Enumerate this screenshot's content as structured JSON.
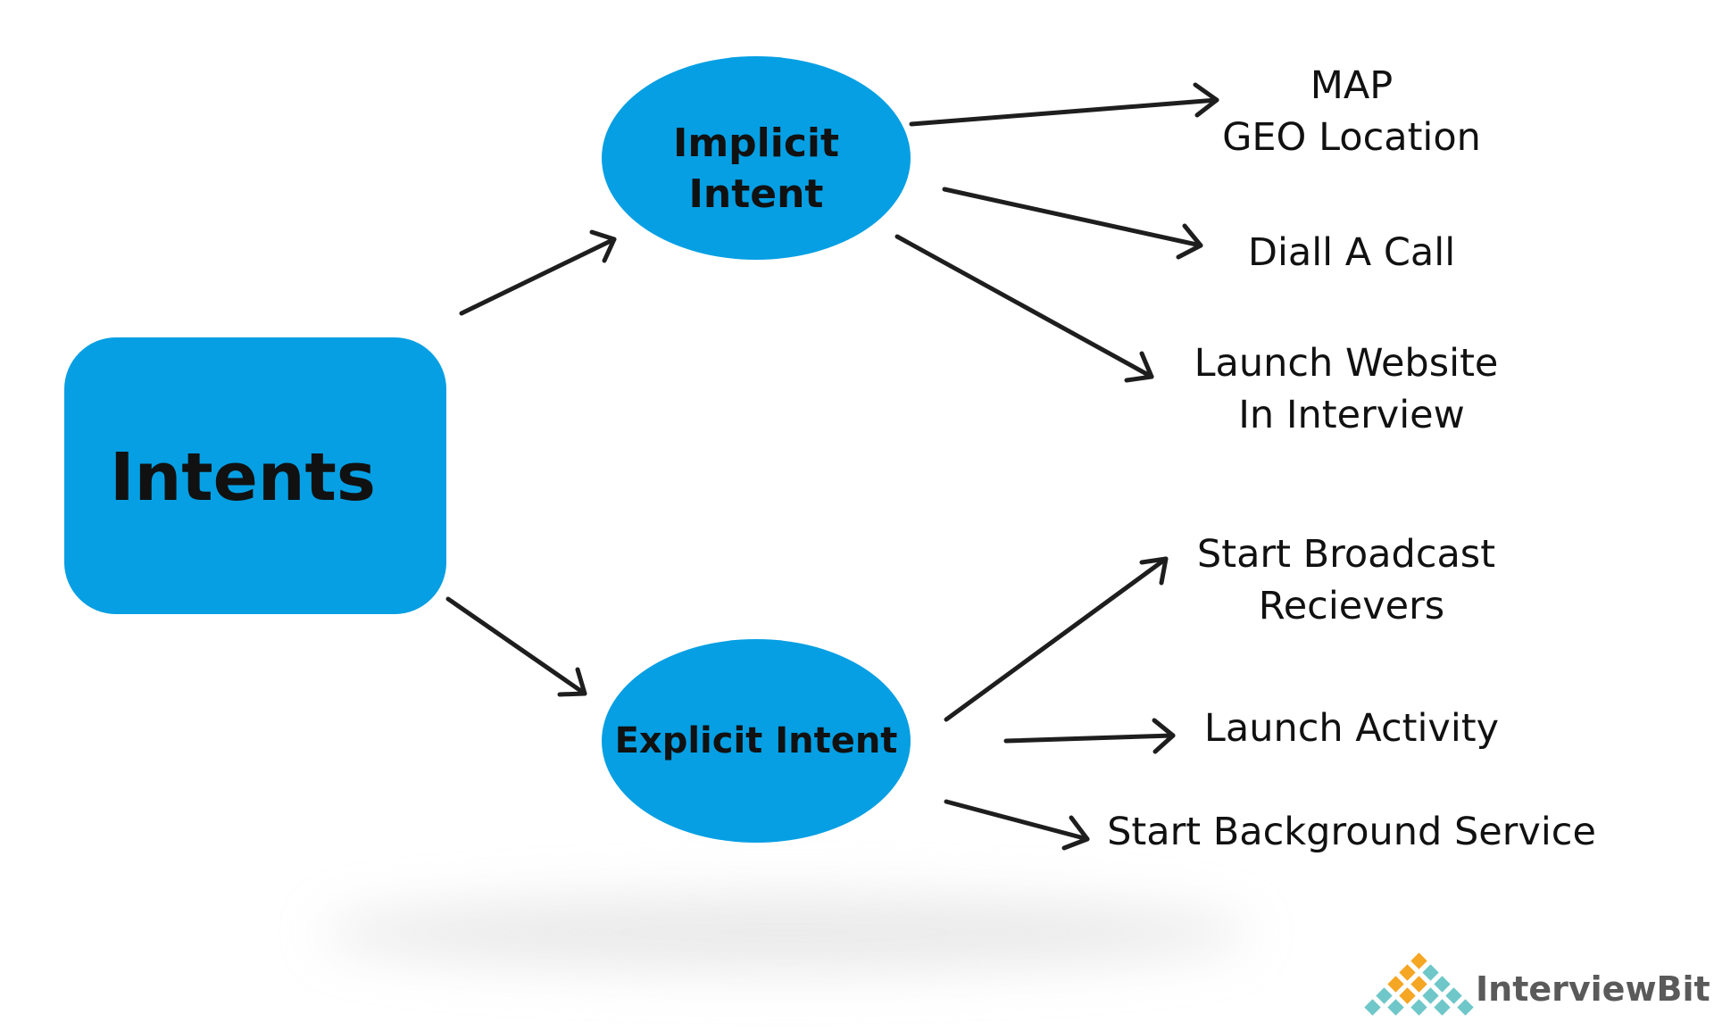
{
  "colors": {
    "node_fill": "#069fe3",
    "text": "#111111",
    "arrow": "#1e1e1e",
    "brand_text": "#5a5a5a",
    "brand_orange": "#f5a623",
    "brand_teal": "#6fc7c9"
  },
  "root": {
    "label": "Intents"
  },
  "implicit": {
    "line1": "Implicit",
    "line2": "Intent"
  },
  "explicit": {
    "label": "Explicit Intent"
  },
  "implicit_targets": {
    "map_line1": "MAP",
    "map_line2": "GEO Location",
    "call": "Diall A Call",
    "web_line1": "Launch Website",
    "web_line2": "In Interview"
  },
  "explicit_targets": {
    "broadcast_line1": "Start Broadcast",
    "broadcast_line2": "Recievers",
    "activity": "Launch Activity",
    "service": "Start Background Service"
  },
  "brand": {
    "name": "InterviewBit"
  }
}
